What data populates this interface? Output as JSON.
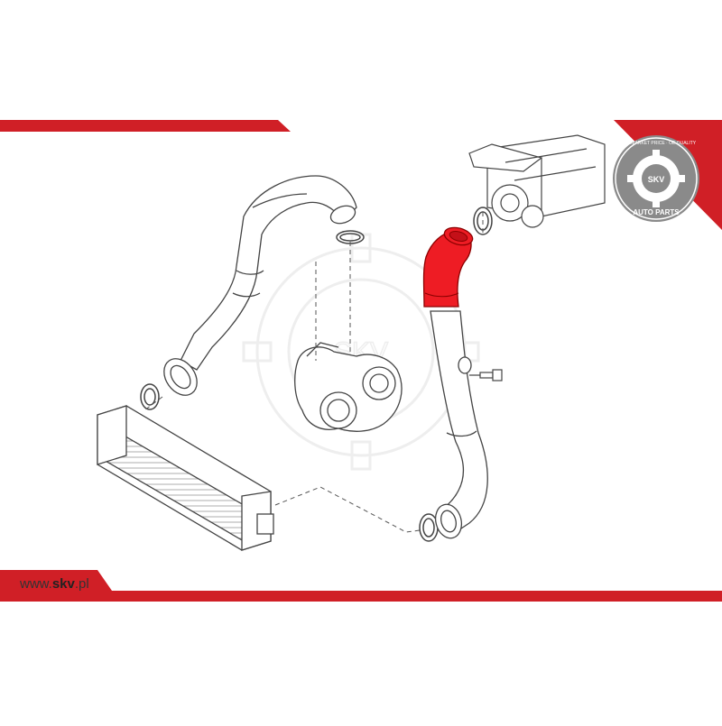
{
  "brand": {
    "url_prefix": "www.",
    "url_bold": "skv",
    "url_suffix": ".pl",
    "logo_text": "SKV",
    "logo_ring_text": "AFTERMARKET PRICE · OE QUALITY",
    "logo_bottom_text": "AUTO PARTS",
    "watermark_text": "SKV",
    "color_red": "#d01f26",
    "color_highlight": "#ee1c24"
  },
  "diagram": {
    "highlighted_part": "intercooler-pipe-upper-section"
  }
}
